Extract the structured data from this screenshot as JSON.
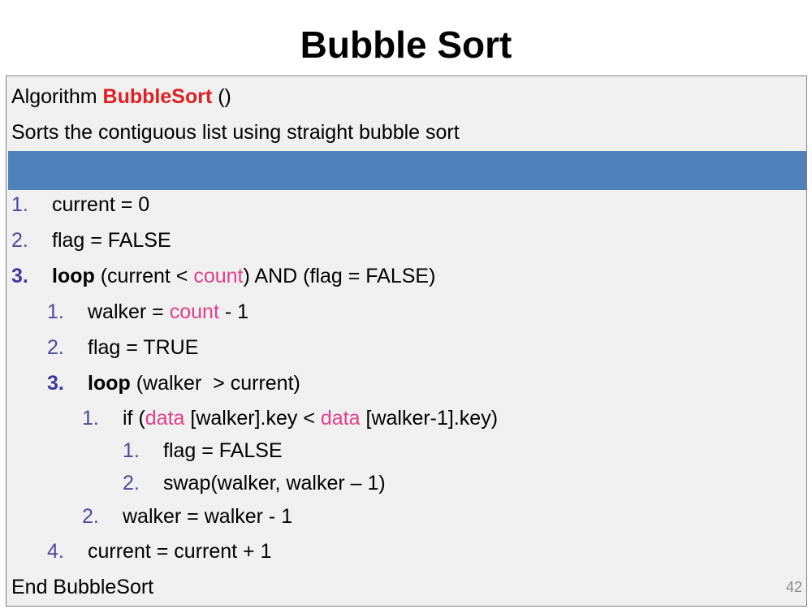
{
  "title": "Bubble Sort",
  "header": {
    "algorithm_prefix": "Algorithm ",
    "algorithm_name": "BubbleSort",
    "algorithm_suffix": " ()",
    "description": "Sorts the contiguous list using straight bubble sort"
  },
  "steps": [
    {
      "num": "1.",
      "text": "current = 0"
    },
    {
      "num": "2.",
      "text": "flag = FALSE"
    },
    {
      "num": "3.",
      "kw": "loop",
      "text": " (current < ",
      "hl": "count",
      "tail": ") AND (flag = FALSE)"
    },
    {
      "num": "1.",
      "text_a": "walker = ",
      "hl": "count",
      "text_b": " - 1"
    },
    {
      "num": "2.",
      "text": "flag = TRUE"
    },
    {
      "num": "3.",
      "kw": "loop",
      "text": " (walker  > current)"
    },
    {
      "num": "1.",
      "text_a": "if (",
      "hl1": "data",
      "text_b": " [walker].key < ",
      "hl2": "data",
      "text_c": " [walker-1].key)"
    },
    {
      "num": "1.",
      "text": "flag = FALSE"
    },
    {
      "num": "2.",
      "text": "swap(walker, walker – 1)"
    },
    {
      "num": "2.",
      "text": "walker = walker - 1"
    },
    {
      "num": "4.",
      "text": "current = current + 1"
    }
  ],
  "footer": "End BubbleSort",
  "page_number": "42",
  "colors": {
    "band": "#4f81bd",
    "name": "#e02020",
    "highlight": "#e0408a",
    "numbers": "#4a4aa0"
  }
}
